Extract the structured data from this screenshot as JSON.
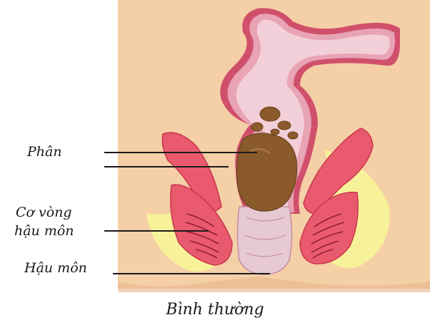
{
  "labels": {
    "feces": "Phân",
    "sphincter_line1": "Cơ vòng",
    "sphincter_line2": "hậu môn",
    "anus": "Hậu môn"
  },
  "caption": "Bình thường",
  "colors": {
    "background_skin": "#f5cfa6",
    "rectum_wall": "#e8a3b5",
    "rectum_outline": "#d0506b",
    "muscle": "#ea5a6e",
    "fat": "#f7f29a",
    "feces": "#8a5a2b",
    "anal_canal": "#e7c9d3"
  }
}
